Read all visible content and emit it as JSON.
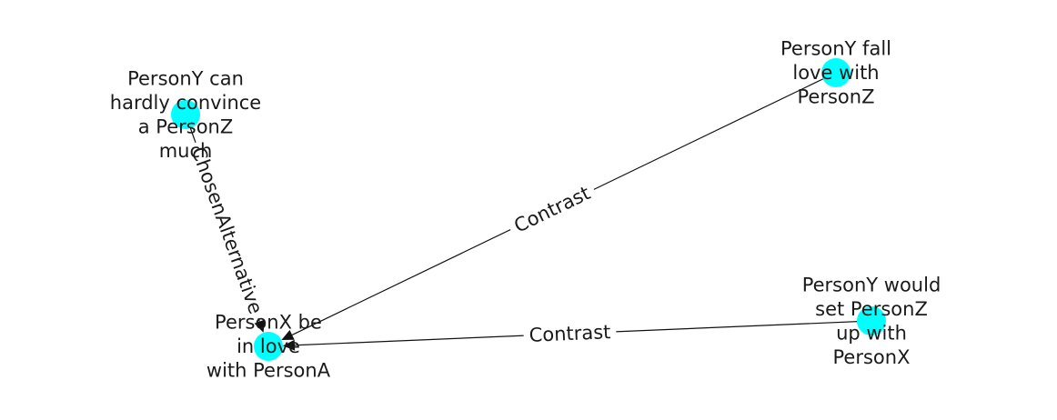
{
  "diagram": {
    "node_color": "#00ffff",
    "edge_color": "#111111",
    "nodes": [
      {
        "id": "n1",
        "lines": [
          "PersonY can",
          "hardly convince",
          "a PersonZ",
          "much"
        ]
      },
      {
        "id": "n2",
        "lines": [
          "PersonY fall",
          "love with",
          "PersonZ"
        ]
      },
      {
        "id": "n3",
        "lines": [
          "PersonX be",
          "in love",
          "with PersonA"
        ]
      },
      {
        "id": "n4",
        "lines": [
          "PersonY would",
          "set PersonZ",
          "up with",
          "PersonX"
        ]
      }
    ],
    "edges": [
      {
        "from": "n1",
        "to": "n3",
        "label": "ChosenAlternative"
      },
      {
        "from": "n2",
        "to": "n3",
        "label": "Contrast"
      },
      {
        "from": "n4",
        "to": "n3",
        "label": "Contrast"
      }
    ]
  }
}
